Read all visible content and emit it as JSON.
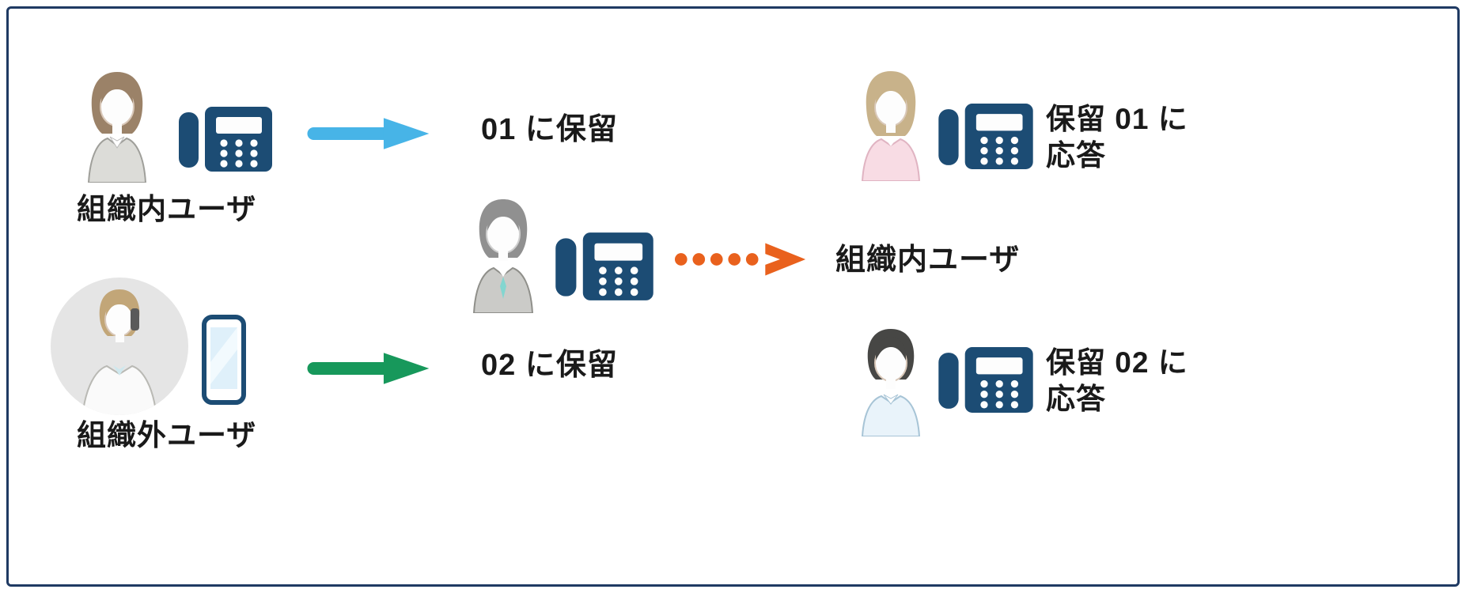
{
  "colors": {
    "border": "#1f3a63",
    "phone": "#1c4c74",
    "text": "#1a1a1a",
    "arrow_blue": "#47b4e7",
    "arrow_green": "#17985b",
    "arrow_orange": "#e9611d"
  },
  "left_column": {
    "internal": {
      "label": "組織内ユーザ",
      "avatar_icon": "woman-office-worker-avatar",
      "device_icon": "desk-phone-icon"
    },
    "external": {
      "label": "組織外ユーザ",
      "avatar_icon": "person-on-call-avatar",
      "device_icon": "smartphone-icon"
    }
  },
  "arrows": {
    "hold_01": {
      "label": "01 に保留",
      "style": "solid",
      "color": "#47b4e7"
    },
    "hold_02": {
      "label": "02 に保留",
      "style": "solid",
      "color": "#17985b"
    },
    "pickup": {
      "style": "dotted",
      "color": "#e9611d"
    }
  },
  "center": {
    "avatar_icon": "man-in-suit-avatar",
    "device_icon": "desk-phone-icon",
    "target_label": "組織内ユーザ"
  },
  "right_column": {
    "pickup_01": {
      "line1": "保留 01 に",
      "line2": "応答",
      "avatar_icon": "woman-pink-top-avatar",
      "device_icon": "desk-phone-icon"
    },
    "pickup_02": {
      "line1": "保留 02 に",
      "line2": "応答",
      "avatar_icon": "man-blue-shirt-avatar",
      "device_icon": "desk-phone-icon"
    }
  }
}
